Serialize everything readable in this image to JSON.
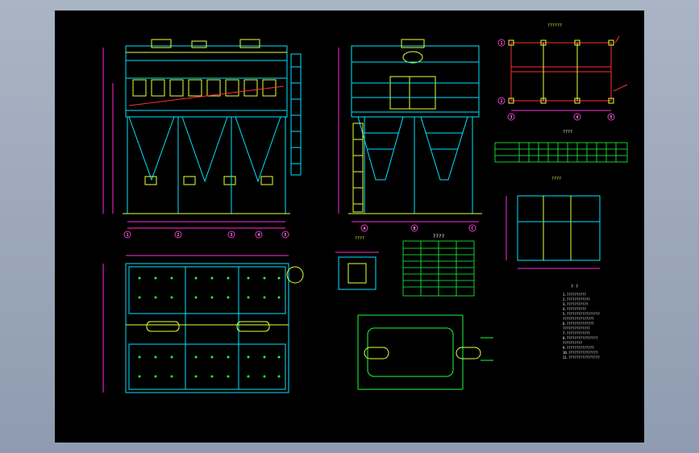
{
  "colors": {
    "cyan": "#00e5ff",
    "green": "#19ff3a",
    "yellow": "#e8ff3a",
    "magenta": "#ff2bd6",
    "white": "#ffffff",
    "red": "#ff3030",
    "teal": "#00c8a0",
    "sheet": "#000000",
    "viewport": "#9aa5b8"
  },
  "labels": {
    "center_title": "????",
    "plan_title": "??????",
    "table_title": "????",
    "section_title": "????",
    "small_detail_title": "????",
    "notes_title": "? ?"
  },
  "grid_markers": {
    "front_elevation": [
      "1",
      "2",
      "3",
      "4",
      "5"
    ],
    "side_elevation": [
      "A",
      "B",
      "C"
    ],
    "plan": [
      "1",
      "2",
      "3",
      "4",
      "5"
    ]
  },
  "notes": [
    "1.??????????",
    "2.????????????",
    "3.???????????",
    "4.??????????",
    "5.?????????????????",
    "  ????????????????",
    "6.??????????????",
    "  ??????????????",
    "7.????????????",
    "8.????????????????",
    "  ??????????",
    "9.??????????????",
    "10.???????????????",
    "11.????????????????"
  ]
}
